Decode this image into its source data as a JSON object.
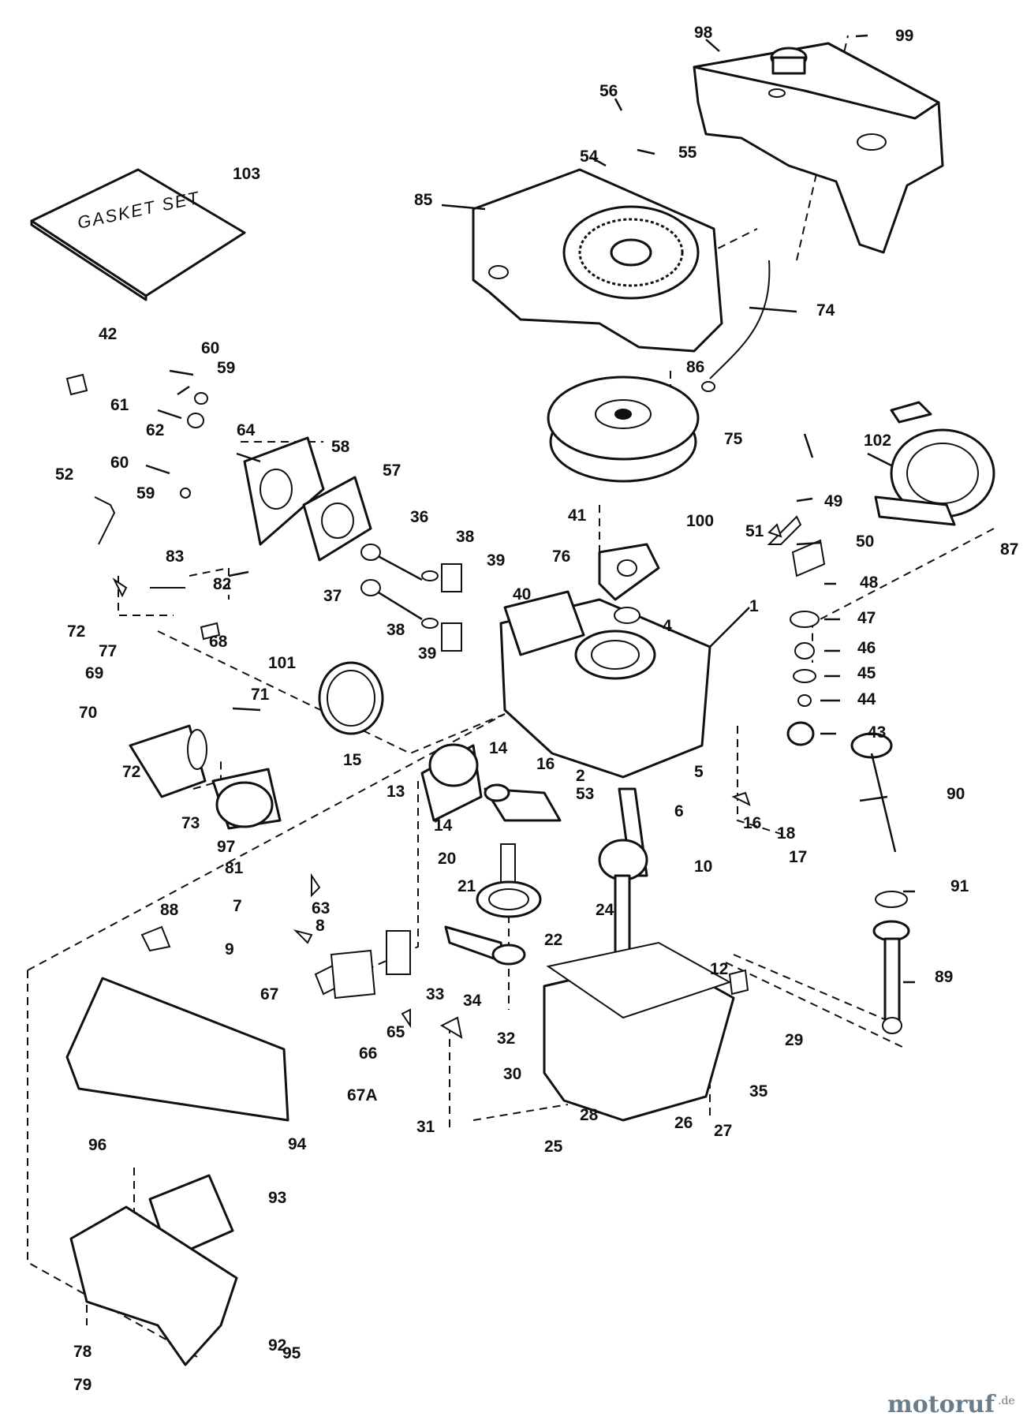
{
  "diagram": {
    "gasket_set_label": "GASKET SET",
    "watermark": {
      "name": "motoruf",
      "suffix": ".de"
    }
  },
  "callouts": [
    {
      "id": "c1",
      "label": "1"
    },
    {
      "id": "c2",
      "label": "2"
    },
    {
      "id": "c4",
      "label": "4"
    },
    {
      "id": "c5",
      "label": "5"
    },
    {
      "id": "c6",
      "label": "6"
    },
    {
      "id": "c7",
      "label": "7"
    },
    {
      "id": "c8",
      "label": "8"
    },
    {
      "id": "c9",
      "label": "9"
    },
    {
      "id": "c10",
      "label": "10"
    },
    {
      "id": "c12",
      "label": "12"
    },
    {
      "id": "c13",
      "label": "13"
    },
    {
      "id": "c14a",
      "label": "14"
    },
    {
      "id": "c14b",
      "label": "14"
    },
    {
      "id": "c15",
      "label": "15"
    },
    {
      "id": "c16a",
      "label": "16"
    },
    {
      "id": "c16b",
      "label": "16"
    },
    {
      "id": "c17",
      "label": "17"
    },
    {
      "id": "c18",
      "label": "18"
    },
    {
      "id": "c20",
      "label": "20"
    },
    {
      "id": "c21",
      "label": "21"
    },
    {
      "id": "c22",
      "label": "22"
    },
    {
      "id": "c24",
      "label": "24"
    },
    {
      "id": "c25",
      "label": "25"
    },
    {
      "id": "c26",
      "label": "26"
    },
    {
      "id": "c27",
      "label": "27"
    },
    {
      "id": "c28",
      "label": "28"
    },
    {
      "id": "c29",
      "label": "29"
    },
    {
      "id": "c30",
      "label": "30"
    },
    {
      "id": "c31",
      "label": "31"
    },
    {
      "id": "c32",
      "label": "32"
    },
    {
      "id": "c33",
      "label": "33"
    },
    {
      "id": "c34",
      "label": "34"
    },
    {
      "id": "c35",
      "label": "35"
    },
    {
      "id": "c36",
      "label": "36"
    },
    {
      "id": "c37",
      "label": "37"
    },
    {
      "id": "c38a",
      "label": "38"
    },
    {
      "id": "c38b",
      "label": "38"
    },
    {
      "id": "c39a",
      "label": "39"
    },
    {
      "id": "c39b",
      "label": "39"
    },
    {
      "id": "c40",
      "label": "40"
    },
    {
      "id": "c41",
      "label": "41"
    },
    {
      "id": "c42",
      "label": "42"
    },
    {
      "id": "c43",
      "label": "43"
    },
    {
      "id": "c44",
      "label": "44"
    },
    {
      "id": "c45",
      "label": "45"
    },
    {
      "id": "c46",
      "label": "46"
    },
    {
      "id": "c47",
      "label": "47"
    },
    {
      "id": "c48",
      "label": "48"
    },
    {
      "id": "c49",
      "label": "49"
    },
    {
      "id": "c50",
      "label": "50"
    },
    {
      "id": "c51",
      "label": "51"
    },
    {
      "id": "c52",
      "label": "52"
    },
    {
      "id": "c53",
      "label": "53"
    },
    {
      "id": "c54",
      "label": "54"
    },
    {
      "id": "c55",
      "label": "55"
    },
    {
      "id": "c56",
      "label": "56"
    },
    {
      "id": "c57",
      "label": "57"
    },
    {
      "id": "c58",
      "label": "58"
    },
    {
      "id": "c59a",
      "label": "59"
    },
    {
      "id": "c59b",
      "label": "59"
    },
    {
      "id": "c60a",
      "label": "60"
    },
    {
      "id": "c60b",
      "label": "60"
    },
    {
      "id": "c61",
      "label": "61"
    },
    {
      "id": "c62",
      "label": "62"
    },
    {
      "id": "c63",
      "label": "63"
    },
    {
      "id": "c64",
      "label": "64"
    },
    {
      "id": "c65",
      "label": "65"
    },
    {
      "id": "c66",
      "label": "66"
    },
    {
      "id": "c67",
      "label": "67"
    },
    {
      "id": "c67a",
      "label": "67A"
    },
    {
      "id": "c68",
      "label": "68"
    },
    {
      "id": "c69",
      "label": "69"
    },
    {
      "id": "c70",
      "label": "70"
    },
    {
      "id": "c71",
      "label": "71"
    },
    {
      "id": "c72a",
      "label": "72"
    },
    {
      "id": "c72b",
      "label": "72"
    },
    {
      "id": "c73",
      "label": "73"
    },
    {
      "id": "c74",
      "label": "74"
    },
    {
      "id": "c75",
      "label": "75"
    },
    {
      "id": "c76",
      "label": "76"
    },
    {
      "id": "c77",
      "label": "77"
    },
    {
      "id": "c78",
      "label": "78"
    },
    {
      "id": "c79",
      "label": "79"
    },
    {
      "id": "c81",
      "label": "81"
    },
    {
      "id": "c82",
      "label": "82"
    },
    {
      "id": "c83",
      "label": "83"
    },
    {
      "id": "c85",
      "label": "85"
    },
    {
      "id": "c86",
      "label": "86"
    },
    {
      "id": "c87",
      "label": "87"
    },
    {
      "id": "c88",
      "label": "88"
    },
    {
      "id": "c89",
      "label": "89"
    },
    {
      "id": "c90",
      "label": "90"
    },
    {
      "id": "c91",
      "label": "91"
    },
    {
      "id": "c92",
      "label": "92"
    },
    {
      "id": "c93",
      "label": "93"
    },
    {
      "id": "c94",
      "label": "94"
    },
    {
      "id": "c95",
      "label": "95"
    },
    {
      "id": "c96",
      "label": "96"
    },
    {
      "id": "c97",
      "label": "97"
    },
    {
      "id": "c98",
      "label": "98"
    },
    {
      "id": "c99",
      "label": "99"
    },
    {
      "id": "c100",
      "label": "100"
    },
    {
      "id": "c101",
      "label": "101"
    },
    {
      "id": "c102",
      "label": "102"
    },
    {
      "id": "c103",
      "label": "103"
    }
  ]
}
